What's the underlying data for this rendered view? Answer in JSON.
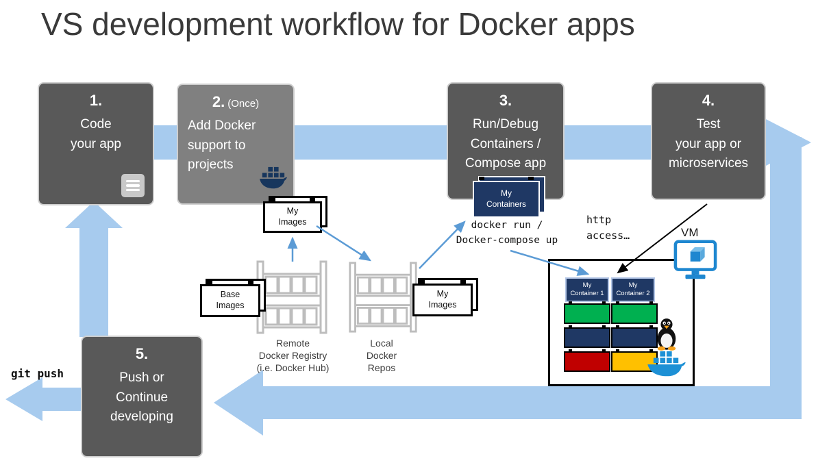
{
  "title": "VS development workflow for Docker apps",
  "steps": [
    {
      "number": "1.",
      "label": "Code\nyour app"
    },
    {
      "number": "2.",
      "suffix": "(Once)",
      "label": "Add Docker\nsupport to\nprojects"
    },
    {
      "number": "3.",
      "label": "Run/Debug\nContainers /\nCompose app"
    },
    {
      "number": "4.",
      "label": "Test\nyour app or\nmicroservices"
    },
    {
      "number": "5.",
      "label": "Push or\nContinue\ndeveloping"
    }
  ],
  "artifacts": {
    "my_images_top": "My\nImages",
    "base_images": "Base\nImages",
    "my_images_local": "My\nImages",
    "my_containers": "My\nContainers",
    "remote_registry": "Remote\nDocker Registry\n(i.e. Docker Hub)",
    "local_repos": "Local\nDocker\nRepos"
  },
  "annotations": {
    "docker_run": "docker run /\nDocker-compose up",
    "http_access": "http\naccess…",
    "git_push": "git push",
    "vm": "VM"
  },
  "vm": {
    "container1": "My\nContainer 1",
    "container2": "My\nContainer 2"
  },
  "icons": {
    "step1": "document-icon",
    "step2": "docker-whale-icon",
    "vm_screen": "vm-monitor-icon",
    "linux": "tux-penguin-icon",
    "docker_engine": "docker-whale-icon"
  },
  "colors": {
    "flow_band": "#A7CBEE",
    "connector": "#5B9BD5",
    "box_dark": "#595959",
    "box_medium": "#808080",
    "navy": "#1F3864",
    "green": "#00B050",
    "red": "#C00000",
    "amber": "#FFC000",
    "docker_blue": "#1D90D5"
  }
}
